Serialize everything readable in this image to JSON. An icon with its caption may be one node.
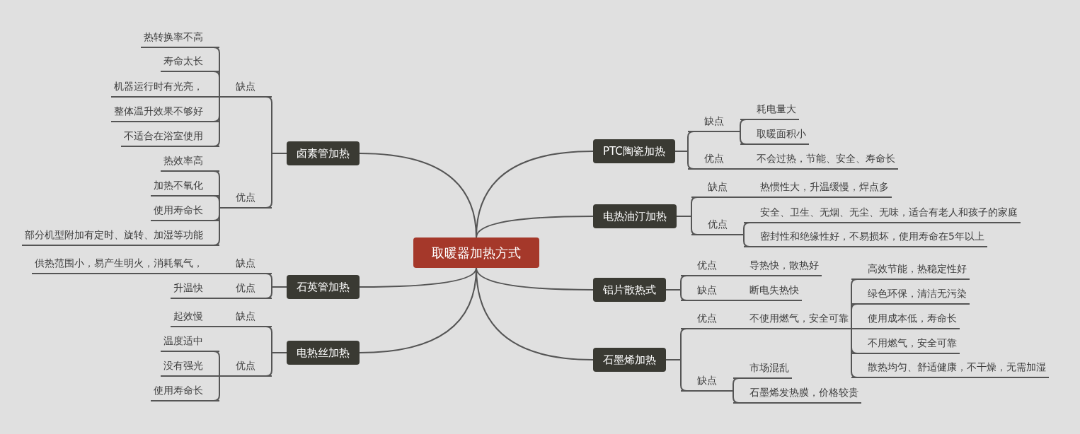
{
  "diagram": {
    "nodes": [
      {
        "text": [
          "取暖器加热方式"
        ]
      },
      {
        "text": [
          "卤素管加热"
        ]
      },
      {
        "text": [
          "缺点"
        ]
      },
      {
        "text": [
          "热转换率不高"
        ]
      },
      {
        "text": [
          "寿命太长"
        ]
      },
      {
        "text": [
          "机器运行时有光亮，"
        ]
      },
      {
        "text": [
          "整体温升效果不够好"
        ]
      },
      {
        "text": [
          "不适合在浴室使用"
        ]
      },
      {
        "text": [
          "优点"
        ]
      },
      {
        "text": [
          "热效率高"
        ]
      },
      {
        "text": [
          "加热不氧化"
        ]
      },
      {
        "text": [
          "使用寿命长"
        ]
      },
      {
        "text": [
          "部分机型附加有定时、旋转、加湿等功能"
        ]
      },
      {
        "text": [
          "石英管加热"
        ]
      },
      {
        "text": [
          "缺点"
        ]
      },
      {
        "text": [
          "供热范围小，易产生明火，消耗氧气，"
        ]
      },
      {
        "text": [
          "优点"
        ]
      },
      {
        "text": [
          "升温快"
        ]
      },
      {
        "text": [
          "电热丝加热"
        ]
      },
      {
        "text": [
          "缺点"
        ]
      },
      {
        "text": [
          "起效慢"
        ]
      },
      {
        "text": [
          "优点"
        ]
      },
      {
        "text": [
          "温度适中"
        ]
      },
      {
        "text": [
          "没有强光"
        ]
      },
      {
        "text": [
          "使用寿命长"
        ]
      },
      {
        "text": [
          "PTC陶瓷加热"
        ]
      },
      {
        "text": [
          "缺点"
        ]
      },
      {
        "text": [
          "耗电量大"
        ]
      },
      {
        "text": [
          "取暖面积小"
        ]
      },
      {
        "text": [
          "优点"
        ]
      },
      {
        "text": [
          "不会过热，节能、安全、寿命长"
        ]
      },
      {
        "text": [
          "电热油汀加热"
        ]
      },
      {
        "text": [
          "缺点"
        ]
      },
      {
        "text": [
          "热惯性大，升温缓慢，焊点多"
        ]
      },
      {
        "text": [
          "优点"
        ]
      },
      {
        "text": [
          "安全、卫生、无烟、无尘、无味，适合有老人和孩子的家庭"
        ]
      },
      {
        "text": [
          "密封性和绝缘性好，不易损坏，使用寿命在5年以上"
        ]
      },
      {
        "text": [
          "铝片散热式"
        ]
      },
      {
        "text": [
          "优点"
        ]
      },
      {
        "text": [
          "导热快，散热好"
        ]
      },
      {
        "text": [
          "缺点"
        ]
      },
      {
        "text": [
          "断电失热快"
        ]
      },
      {
        "text": [
          "石墨烯加热"
        ]
      },
      {
        "text": [
          "优点"
        ]
      },
      {
        "text": [
          "不使用燃气，安全可靠"
        ]
      },
      {
        "text": [
          "高效节能，热稳定性好"
        ]
      },
      {
        "text": [
          "绿色环保，清洁无污染"
        ]
      },
      {
        "text": [
          "使用成本低，寿命长"
        ]
      },
      {
        "text": [
          "不用燃气，安全可靠"
        ]
      },
      {
        "text": [
          "散热均匀、舒适健康，不干燥，无需加湿"
        ]
      },
      {
        "text": [
          "缺点"
        ]
      },
      {
        "text": [
          "市场混乱"
        ]
      },
      {
        "text": [
          "石墨烯发热膜，价格较贵"
        ]
      }
    ],
    "edges": [
      {
        "from": 0,
        "to": 1,
        "arrow": "none"
      },
      {
        "from": 0,
        "to": 13,
        "arrow": "none"
      },
      {
        "from": 0,
        "to": 18,
        "arrow": "none"
      },
      {
        "from": 0,
        "to": 25,
        "arrow": "none"
      },
      {
        "from": 0,
        "to": 31,
        "arrow": "none"
      },
      {
        "from": 0,
        "to": 37,
        "arrow": "none"
      },
      {
        "from": 0,
        "to": 42,
        "arrow": "none"
      },
      {
        "from": 1,
        "to": 2,
        "arrow": "none"
      },
      {
        "from": 2,
        "to": 3,
        "arrow": "none"
      },
      {
        "from": 2,
        "to": 4,
        "arrow": "none"
      },
      {
        "from": 2,
        "to": 5,
        "arrow": "none"
      },
      {
        "from": 2,
        "to": 6,
        "arrow": "none"
      },
      {
        "from": 2,
        "to": 7,
        "arrow": "none"
      },
      {
        "from": 1,
        "to": 8,
        "arrow": "none"
      },
      {
        "from": 8,
        "to": 9,
        "arrow": "none"
      },
      {
        "from": 8,
        "to": 10,
        "arrow": "none"
      },
      {
        "from": 8,
        "to": 11,
        "arrow": "none"
      },
      {
        "from": 8,
        "to": 12,
        "arrow": "none"
      },
      {
        "from": 13,
        "to": 14,
        "arrow": "none"
      },
      {
        "from": 14,
        "to": 15,
        "arrow": "none"
      },
      {
        "from": 13,
        "to": 16,
        "arrow": "none"
      },
      {
        "from": 16,
        "to": 17,
        "arrow": "none"
      },
      {
        "from": 18,
        "to": 19,
        "arrow": "none"
      },
      {
        "from": 19,
        "to": 20,
        "arrow": "none"
      },
      {
        "from": 18,
        "to": 21,
        "arrow": "none"
      },
      {
        "from": 21,
        "to": 22,
        "arrow": "none"
      },
      {
        "from": 21,
        "to": 23,
        "arrow": "none"
      },
      {
        "from": 21,
        "to": 24,
        "arrow": "none"
      },
      {
        "from": 25,
        "to": 26,
        "arrow": "none"
      },
      {
        "from": 26,
        "to": 27,
        "arrow": "none"
      },
      {
        "from": 26,
        "to": 28,
        "arrow": "none"
      },
      {
        "from": 25,
        "to": 29,
        "arrow": "none"
      },
      {
        "from": 29,
        "to": 30,
        "arrow": "none"
      },
      {
        "from": 31,
        "to": 32,
        "arrow": "none"
      },
      {
        "from": 32,
        "to": 33,
        "arrow": "none"
      },
      {
        "from": 31,
        "to": 34,
        "arrow": "none"
      },
      {
        "from": 34,
        "to": 35,
        "arrow": "none"
      },
      {
        "from": 34,
        "to": 36,
        "arrow": "none"
      },
      {
        "from": 37,
        "to": 38,
        "arrow": "none"
      },
      {
        "from": 38,
        "to": 39,
        "arrow": "none"
      },
      {
        "from": 37,
        "to": 40,
        "arrow": "none"
      },
      {
        "from": 40,
        "to": 41,
        "arrow": "none"
      },
      {
        "from": 42,
        "to": 43,
        "arrow": "none"
      },
      {
        "from": 43,
        "to": 44,
        "arrow": "none"
      },
      {
        "from": 44,
        "to": 45,
        "arrow": "none"
      },
      {
        "from": 44,
        "to": 46,
        "arrow": "none"
      },
      {
        "from": 44,
        "to": 47,
        "arrow": "none"
      },
      {
        "from": 44,
        "to": 48,
        "arrow": "none"
      },
      {
        "from": 44,
        "to": 49,
        "arrow": "none"
      },
      {
        "from": 42,
        "to": 50,
        "arrow": "none"
      },
      {
        "from": 50,
        "to": 51,
        "arrow": "none"
      },
      {
        "from": 50,
        "to": 52,
        "arrow": "none"
      }
    ]
  }
}
